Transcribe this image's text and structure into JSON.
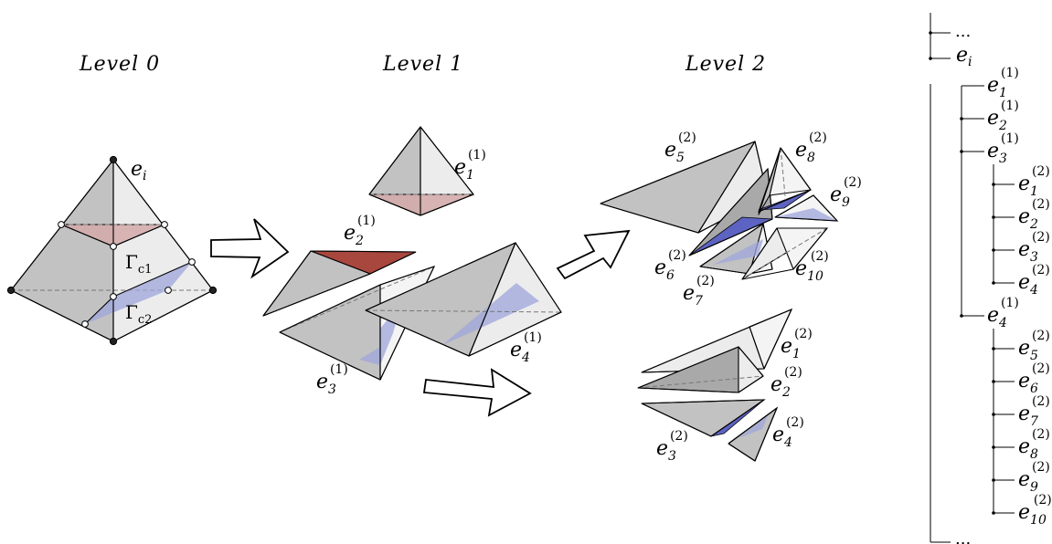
{
  "levels": {
    "level0": "Level 0",
    "level1": "Level 1",
    "level2": "Level 2"
  },
  "level0_labels": {
    "element": "e",
    "element_sub": "i",
    "gamma": "Γ",
    "gamma1_sub": "c1",
    "gamma2_sub": "c2"
  },
  "level1_labels": [
    {
      "base": "e",
      "sub": "1",
      "sup": "(1)"
    },
    {
      "base": "e",
      "sub": "2",
      "sup": "(1)"
    },
    {
      "base": "e",
      "sub": "3",
      "sup": "(1)"
    },
    {
      "base": "e",
      "sub": "4",
      "sup": "(1)"
    }
  ],
  "level2_top_labels": [
    {
      "base": "e",
      "sub": "5",
      "sup": "(2)"
    },
    {
      "base": "e",
      "sub": "8",
      "sup": "(2)"
    },
    {
      "base": "e",
      "sub": "9",
      "sup": "(2)"
    },
    {
      "base": "e",
      "sub": "6",
      "sup": "(2)"
    },
    {
      "base": "e",
      "sub": "7",
      "sup": "(2)"
    },
    {
      "base": "e",
      "sub": "10",
      "sup": "(2)"
    }
  ],
  "level2_bottom_labels": [
    {
      "base": "e",
      "sub": "1",
      "sup": "(2)"
    },
    {
      "base": "e",
      "sub": "2",
      "sup": "(2)"
    },
    {
      "base": "e",
      "sub": "3",
      "sup": "(2)"
    },
    {
      "base": "e",
      "sub": "4",
      "sup": "(2)"
    }
  ],
  "tree": {
    "ellipsis": "...",
    "root": {
      "base": "e",
      "sub": "i"
    },
    "level1": [
      {
        "base": "e",
        "sub": "1",
        "sup": "(1)"
      },
      {
        "base": "e",
        "sub": "2",
        "sup": "(1)"
      },
      {
        "base": "e",
        "sub": "3",
        "sup": "(1)"
      },
      {
        "base": "e",
        "sub": "4",
        "sup": "(1)"
      }
    ],
    "children_of_3": [
      {
        "base": "e",
        "sub": "1",
        "sup": "(2)"
      },
      {
        "base": "e",
        "sub": "2",
        "sup": "(2)"
      },
      {
        "base": "e",
        "sub": "3",
        "sup": "(2)"
      },
      {
        "base": "e",
        "sub": "4",
        "sup": "(2)"
      }
    ],
    "children_of_4": [
      {
        "base": "e",
        "sub": "5",
        "sup": "(2)"
      },
      {
        "base": "e",
        "sub": "6",
        "sup": "(2)"
      },
      {
        "base": "e",
        "sub": "7",
        "sup": "(2)"
      },
      {
        "base": "e",
        "sub": "8",
        "sup": "(2)"
      },
      {
        "base": "e",
        "sub": "9",
        "sup": "(2)"
      },
      {
        "base": "e",
        "sub": "10",
        "sup": "(2)"
      }
    ]
  },
  "colors": {
    "gray": "#c2c2c2",
    "light": "#ececec",
    "pink": "#d4a9a9",
    "red": "#a8473e",
    "blue": "#9ea6db",
    "blue_strong": "#5d63c2"
  }
}
